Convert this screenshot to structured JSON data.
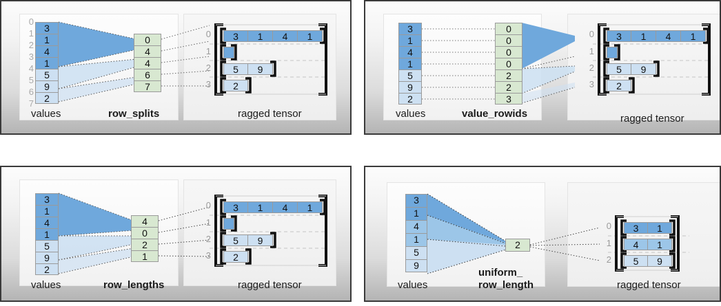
{
  "figure": {
    "caption_values": "values",
    "caption_ragged": "ragged tensor",
    "colors": {
      "blue_dark": "#6fa8dc",
      "blue_mid": "#9cc6e8",
      "blue_light": "#cde0f2",
      "green": "#d8e8d1",
      "border_gray": "#9a9a9a",
      "panel_border": "#3a3a3a",
      "index_gray": "#a9a9a9"
    }
  },
  "panels": [
    {
      "id": "row_splits",
      "encoding_label": "row_splits",
      "values_label": "values",
      "ragged_label": "ragged tensor",
      "values": [
        3,
        1,
        4,
        1,
        5,
        9,
        2
      ],
      "values_shades": [
        "dark",
        "dark",
        "dark",
        "dark",
        "light",
        "light",
        "light"
      ],
      "gutter_indices": [
        "0",
        "1",
        "2",
        "3",
        "4",
        "5",
        "6",
        "7"
      ],
      "encoding": [
        "0",
        "4",
        "4",
        "6",
        "7"
      ],
      "ragged_rows": [
        {
          "index": "0",
          "cells": [
            "3",
            "1",
            "4",
            "1"
          ],
          "shade": "dark"
        },
        {
          "index": "1",
          "cells": [],
          "shade": "dark"
        },
        {
          "index": "2",
          "cells": [
            "5",
            "9"
          ],
          "shade": "light"
        },
        {
          "index": "3",
          "cells": [
            "2"
          ],
          "shade": "light"
        }
      ]
    },
    {
      "id": "value_rowids",
      "encoding_label": "value_rowids",
      "values_label": "values",
      "ragged_label": "ragged tensor",
      "values": [
        3,
        1,
        4,
        1,
        5,
        9,
        2
      ],
      "values_shades": [
        "dark",
        "dark",
        "dark",
        "dark",
        "light",
        "light",
        "light"
      ],
      "gutter_indices": [],
      "encoding": [
        "0",
        "0",
        "0",
        "0",
        "2",
        "2",
        "3"
      ],
      "ragged_rows": [
        {
          "index": "0",
          "cells": [
            "3",
            "1",
            "4",
            "1"
          ],
          "shade": "dark"
        },
        {
          "index": "1",
          "cells": [],
          "shade": "dark"
        },
        {
          "index": "2",
          "cells": [
            "5",
            "9"
          ],
          "shade": "light"
        },
        {
          "index": "3",
          "cells": [
            "2"
          ],
          "shade": "light"
        }
      ]
    },
    {
      "id": "row_lengths",
      "encoding_label": "row_lengths",
      "values_label": "values",
      "ragged_label": "ragged tensor",
      "values": [
        3,
        1,
        4,
        1,
        5,
        9,
        2
      ],
      "values_shades": [
        "dark",
        "dark",
        "dark",
        "dark",
        "light",
        "light",
        "light"
      ],
      "gutter_indices": [],
      "encoding": [
        "4",
        "0",
        "2",
        "1"
      ],
      "ragged_rows": [
        {
          "index": "0",
          "cells": [
            "3",
            "1",
            "4",
            "1"
          ],
          "shade": "dark"
        },
        {
          "index": "1",
          "cells": [],
          "shade": "dark"
        },
        {
          "index": "2",
          "cells": [
            "5",
            "9"
          ],
          "shade": "light"
        },
        {
          "index": "3",
          "cells": [
            "2"
          ],
          "shade": "light"
        }
      ]
    },
    {
      "id": "uniform_row_length",
      "encoding_label": "uniform_\nrow_length",
      "encoding_label_line1": "uniform_",
      "encoding_label_line2": "row_length",
      "values_label": "values",
      "ragged_label": "ragged tensor",
      "values": [
        3,
        1,
        4,
        1,
        5,
        9
      ],
      "values_shades": [
        "dark",
        "dark",
        "mid",
        "mid",
        "light",
        "light"
      ],
      "gutter_indices": [],
      "encoding": [
        "2"
      ],
      "ragged_rows": [
        {
          "index": "0",
          "cells": [
            "3",
            "1"
          ],
          "shade": "dark"
        },
        {
          "index": "1",
          "cells": [
            "4",
            "1"
          ],
          "shade": "mid"
        },
        {
          "index": "2",
          "cells": [
            "5",
            "9"
          ],
          "shade": "light"
        }
      ]
    }
  ]
}
